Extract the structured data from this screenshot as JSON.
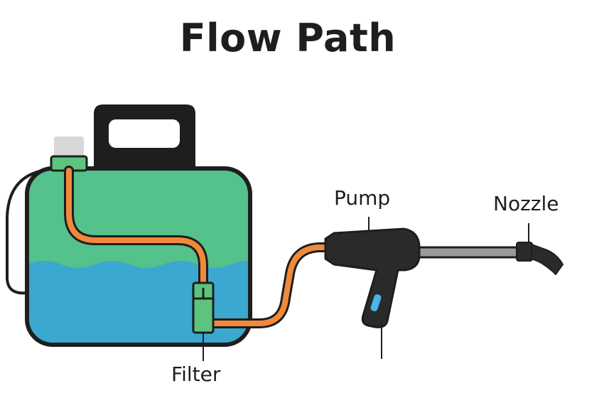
{
  "diagram": {
    "title": "Flow Path",
    "labels": {
      "pump": "Pump",
      "nozzle": "Nozzle",
      "filter": "Filter"
    },
    "colors": {
      "outline": "#1e1e1e",
      "tank_air": "#55c18b",
      "tank_liquid": "#3aa8cf",
      "hose": "#f08a3a",
      "filter": "#5cc47e",
      "cap": "#d7d9d9",
      "wand": "#9a9a9a",
      "indicator": "#49b6e8"
    }
  }
}
